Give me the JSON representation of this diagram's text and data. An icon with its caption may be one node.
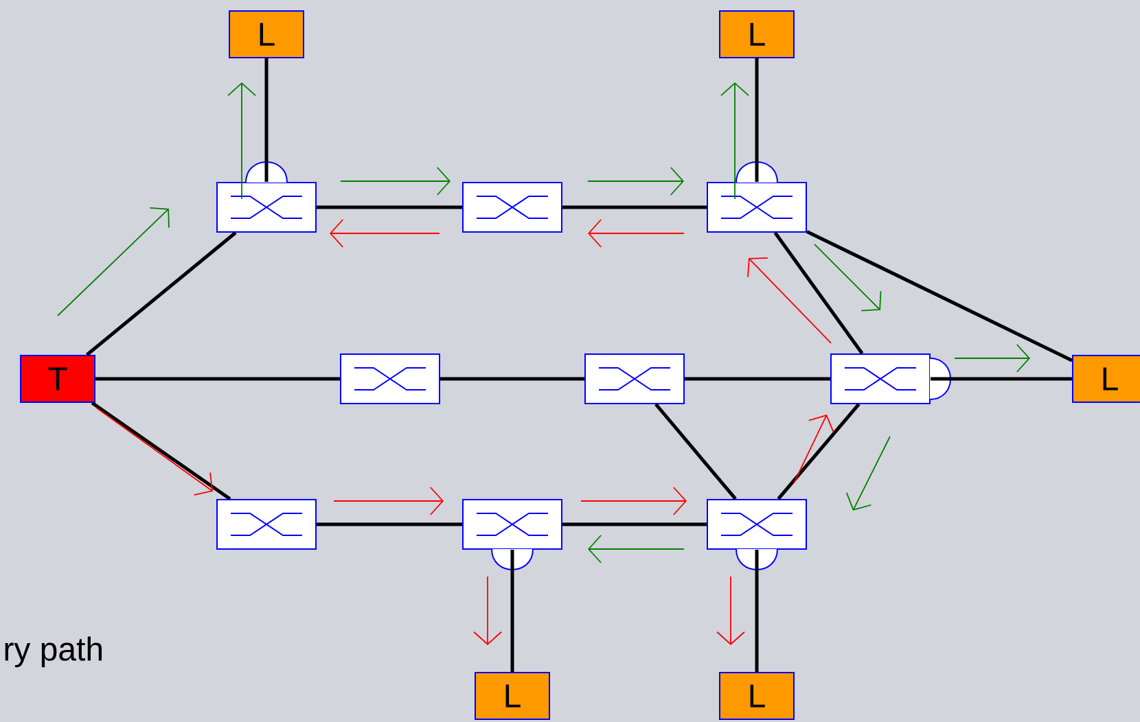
{
  "diagram": {
    "nodes": [
      {
        "text": [
          "T"
        ]
      },
      {
        "text": [
          "L"
        ]
      },
      {
        "text": [
          "L"
        ]
      },
      {
        "text": [
          "L"
        ]
      },
      {
        "text": [
          "L"
        ]
      },
      {
        "text": [
          "L"
        ]
      },
      {
        "text": [],
        "shape": "box"
      },
      {
        "text": [],
        "shape": "box"
      },
      {
        "text": [],
        "shape": "box"
      },
      {
        "text": [],
        "shape": "box"
      },
      {
        "text": [],
        "shape": "box"
      },
      {
        "text": [],
        "shape": "box"
      },
      {
        "text": [],
        "shape": "box"
      },
      {
        "text": [],
        "shape": "box"
      },
      {
        "text": [],
        "shape": "box"
      }
    ],
    "edges": [
      {
        "from": 0,
        "to": 6,
        "arrow": "none"
      },
      {
        "from": 0,
        "to": 9,
        "arrow": "none"
      },
      {
        "from": 0,
        "to": 12,
        "arrow": "none"
      },
      {
        "from": 6,
        "to": 1,
        "arrow": "none"
      },
      {
        "from": 6,
        "to": 7,
        "arrow": "none"
      },
      {
        "from": 7,
        "to": 8,
        "arrow": "none"
      },
      {
        "from": 8,
        "to": 2,
        "arrow": "none"
      },
      {
        "from": 8,
        "to": 3,
        "arrow": "none"
      },
      {
        "from": 8,
        "to": 11,
        "arrow": "none"
      },
      {
        "from": 9,
        "to": 10,
        "arrow": "none"
      },
      {
        "from": 10,
        "to": 11,
        "arrow": "none"
      },
      {
        "from": 10,
        "to": 14,
        "arrow": "none"
      },
      {
        "from": 11,
        "to": 3,
        "arrow": "none"
      },
      {
        "from": 11,
        "to": 14,
        "arrow": "none"
      },
      {
        "from": 12,
        "to": 13,
        "arrow": "none"
      },
      {
        "from": 13,
        "to": 14,
        "arrow": "none"
      },
      {
        "from": 13,
        "to": 4,
        "arrow": "none"
      },
      {
        "from": 14,
        "to": 5,
        "arrow": "none"
      }
    ],
    "labels": [
      "ry path"
    ]
  }
}
